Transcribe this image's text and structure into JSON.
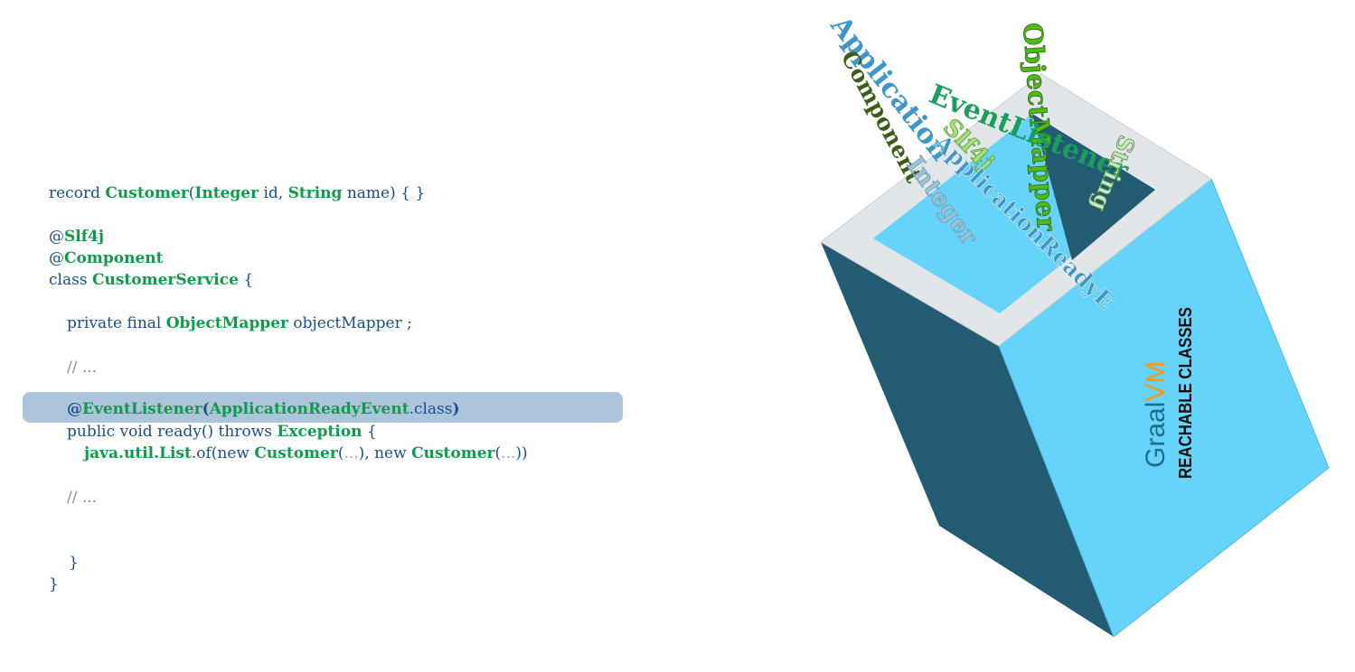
{
  "code": {
    "record_kw": "record",
    "record_type": "Customer",
    "integer_type": "Integer",
    "id_param": "id,",
    "string_type": "String",
    "name_param": "name) { }",
    "at": "@",
    "slf4j": "Slf4j",
    "component": "Component",
    "class_kw": "class",
    "class_name": "CustomerService",
    "brace_open": "{",
    "private_final": "private final",
    "object_mapper_type": "ObjectMapper",
    "object_mapper_field": "objectMapper ;",
    "comment": "// ...",
    "event_listener": "EventListener",
    "app_ready_event": "ApplicationReadyEvent",
    "dot_class": ".class",
    "method_sig": "public void ready() throws",
    "exception_type": "Exception",
    "list_type": "java.util.List",
    "of_new": ".of(new",
    "customer": "Customer",
    "ellipsis": "...",
    "close_new": "), new",
    "close_paren": "))",
    "brace_close": "}"
  },
  "graphic": {
    "floating_words": {
      "application": "Application",
      "component": "Component",
      "event_listener": "EventListener",
      "object_mapper": "ObjectMapper",
      "slf4j": "Slf4j",
      "integer": "Integer",
      "application_ready_event": "ApplicationReadyE",
      "string": "String"
    },
    "logo_graal": "Graal",
    "logo_vm": "VM",
    "box_label": "REACHABLE CLASSES"
  },
  "colors": {
    "code_blue": "#1b4f85",
    "type_green": "#129a4c",
    "highlight": "#adc5dc",
    "box_light": "#66d3fa",
    "box_dark": "#235b73",
    "rim": "#e3e6e8"
  }
}
